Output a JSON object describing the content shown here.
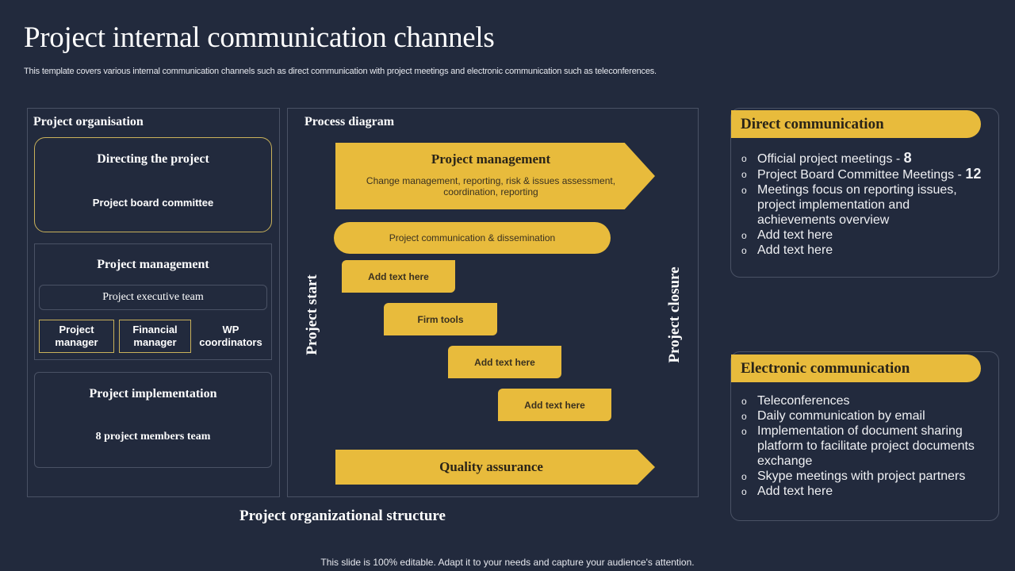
{
  "title": "Project internal communication channels",
  "subtitle": "This template covers various internal communication channels such as direct communication with project meetings and electronic communication such as teleconferences.",
  "org": {
    "heading": "Project organisation",
    "directing": {
      "title": "Directing the project",
      "subtitle": "Project board committee"
    },
    "management": {
      "title": "Project management",
      "executive_team": "Project executive team",
      "roles": [
        {
          "label": "Project manager",
          "boxed": true
        },
        {
          "label": "Financial manager",
          "boxed": true
        },
        {
          "label": "WP coordinators",
          "boxed": false
        }
      ]
    },
    "implementation": {
      "title": "Project implementation",
      "subtitle": "8 project members team"
    }
  },
  "process": {
    "heading": "Process diagram",
    "pm_arrow": {
      "title": "Project management",
      "subtitle": "Change management, reporting, risk & issues assessment, coordination, reporting"
    },
    "communication_pill": "Project communication & dissemination",
    "steps": [
      "Add text here",
      "Firm tools",
      "Add text here",
      "Add text here"
    ],
    "qa_arrow": "Quality assurance",
    "start_label": "Project start",
    "closure_label": "Project closure"
  },
  "structure_caption": "Project organizational structure",
  "direct": {
    "header": "Direct communication",
    "items": [
      {
        "text": "Official project meetings - ",
        "num": "8"
      },
      {
        "text": "Project Board Committee Meetings - ",
        "num": "12"
      },
      {
        "text": "Meetings focus on reporting issues, project implementation and achievements overview",
        "num": ""
      },
      {
        "text": "Add text here",
        "num": ""
      },
      {
        "text": "Add text here",
        "num": ""
      }
    ]
  },
  "electronic": {
    "header": "Electronic communication",
    "items": [
      {
        "text": "Teleconferences"
      },
      {
        "text": "Daily communication by email"
      },
      {
        "text": "Implementation of document sharing platform to facilitate project documents exchange"
      },
      {
        "text": "Skype meetings with project partners"
      },
      {
        "text": "Add text here"
      }
    ]
  },
  "bullet_glyph": "o",
  "colors": {
    "background": "#222a3d",
    "accent": "#e8bb3c",
    "border": "#4a5265",
    "outline_gold": "#c9b15a"
  },
  "footer": "This slide is 100% editable. Adapt it to your needs and capture your audience's attention."
}
